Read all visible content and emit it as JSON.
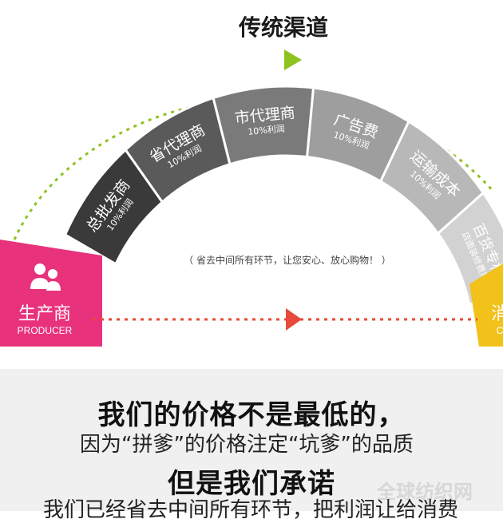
{
  "title": "传统渠道",
  "note": "（ 省去中间所有环节，让您安心、放心购物！ ）",
  "producer": {
    "label": "生产商",
    "sublabel": "PRODUCER"
  },
  "consumer": {
    "label": "消",
    "sublabel": "C"
  },
  "segments": [
    {
      "label": "总批发商",
      "sub": "10%利润"
    },
    {
      "label": "省代理商",
      "sub": "10%利润"
    },
    {
      "label": "市代理商",
      "sub": "10%利润"
    },
    {
      "label": "广告费",
      "sub": "10%利润"
    },
    {
      "label": "运输成本",
      "sub": "10%利润"
    },
    {
      "label": "百货专柜",
      "sub": "店面装修费用"
    }
  ],
  "headline": "我们的价格不是最低的，",
  "subline": "因为“拼爹”的价格注定“坑爹”的品质",
  "headline2": "但是我们承诺",
  "cutline": "我们已经省去中间所有环节，把利润让给消费",
  "watermark": "全球纺织网",
  "colors": {
    "producer": "#e8327c",
    "consumer": "#f2c21a",
    "green_arrow": "#8dc21f",
    "red_arrow": "#e64a3b",
    "segments": [
      "#3a3a3a",
      "#5a5a5a",
      "#7a7a7a",
      "#9e9e9e",
      "#b8b8b8",
      "#d2d2d2"
    ]
  }
}
